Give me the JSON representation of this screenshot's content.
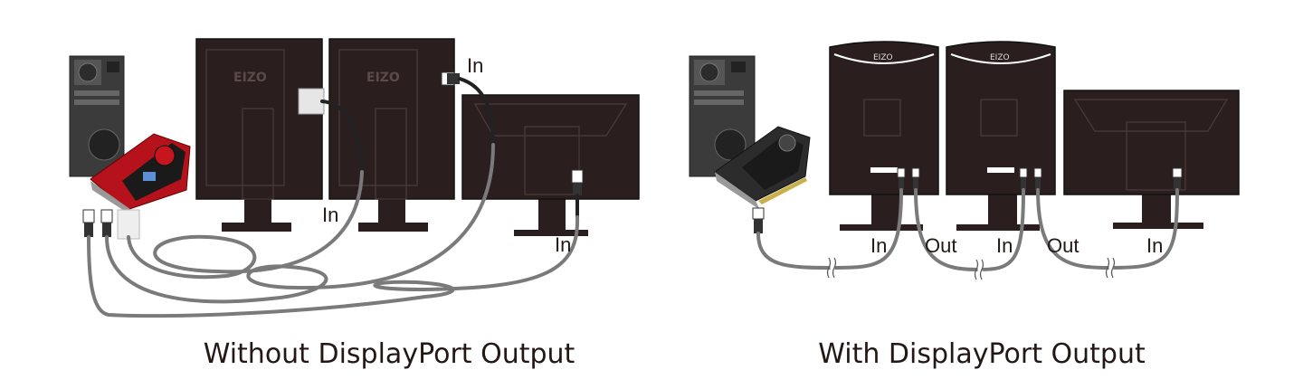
{
  "left_panel": {
    "caption": "Without DisplayPort Output",
    "labels": [
      "In",
      "In",
      "In"
    ]
  },
  "right_panel": {
    "caption": "With DisplayPort Output",
    "labels": [
      "In",
      "Out",
      "In",
      "Out",
      "In"
    ]
  },
  "brand": "EIZO",
  "colors": {
    "cable": "#7a7a7a",
    "monitor": "#2a1f1e",
    "gpu_left": "#c4161c",
    "text": "#231815"
  }
}
